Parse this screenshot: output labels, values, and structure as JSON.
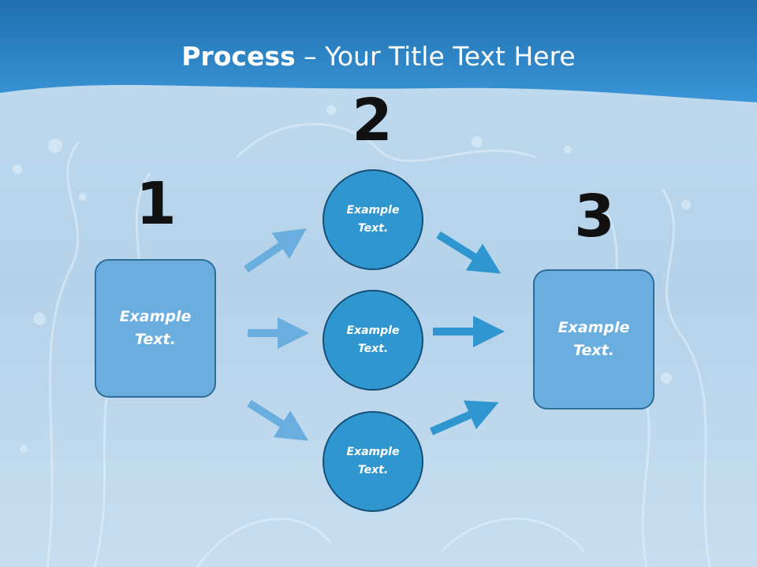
{
  "title": {
    "bold": "Process",
    "rest": " – Your Title Text Here"
  },
  "steps": {
    "one": {
      "number": "1",
      "text": "Example Text."
    },
    "two": {
      "number": "2"
    },
    "three": {
      "number": "3",
      "text": "Example Text."
    }
  },
  "circles": [
    {
      "text": "Example Text."
    },
    {
      "text": "Example Text."
    },
    {
      "text": "Example Text."
    }
  ],
  "colors": {
    "header_blue": "#2f86c8",
    "box_fill": "#6aaee0",
    "circle_fill": "#3096cf",
    "arrow_light": "#6aaee0",
    "arrow_dark": "#3096cf"
  }
}
